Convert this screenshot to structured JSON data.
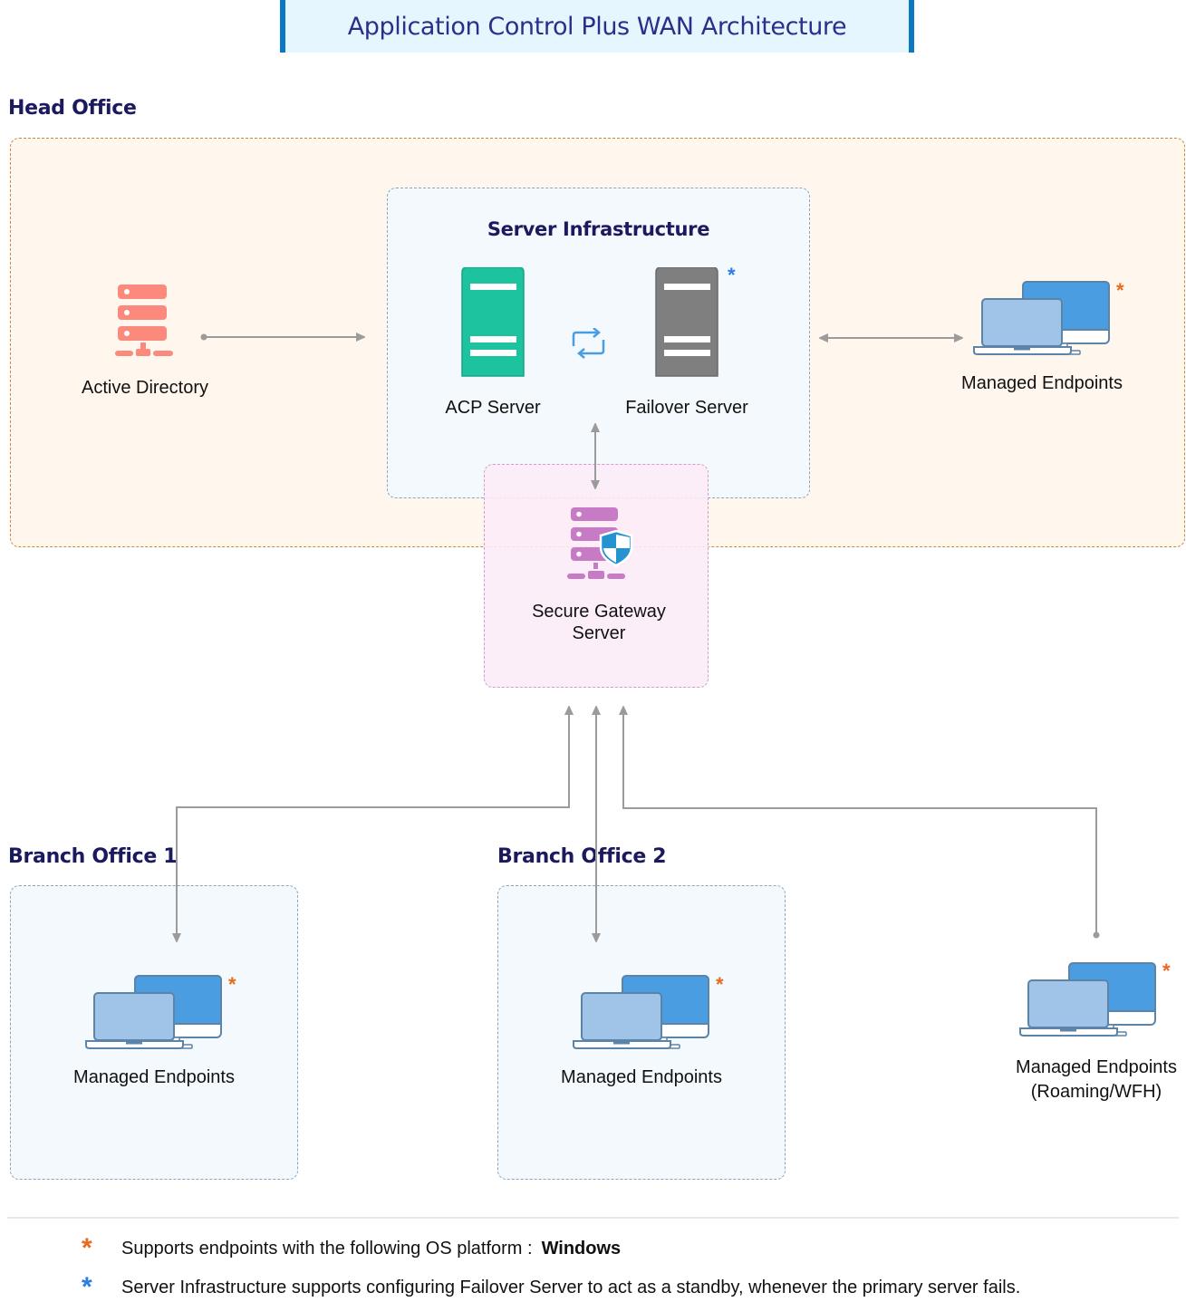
{
  "title": "Application Control Plus WAN Architecture",
  "colors": {
    "title_accent": "#0a78c2",
    "heading": "#1c1a5e",
    "acp_server": "#1dc39e",
    "failover_server": "#7f7f7f",
    "active_directory": "#fb8a7c",
    "gateway": "#c77bc4",
    "shield": "#2592d1",
    "endpoint_monitor": "#4b9de2",
    "endpoint_laptop": "#9fc4e8",
    "orange_star": "#e86a1e",
    "blue_star": "#2a7de1",
    "connector": "#9b9b9b"
  },
  "head_office": {
    "label": "Head Office",
    "active_directory": {
      "label": "Active Directory",
      "icon": "server-rack-icon"
    },
    "server_infrastructure": {
      "title": "Server Infrastructure",
      "acp_server": {
        "label": "ACP Server",
        "icon": "server-tower-icon"
      },
      "sync_icon": "sync-arrows-icon",
      "failover_server": {
        "label": "Failover Server",
        "icon": "server-tower-icon",
        "marker": "*"
      }
    },
    "managed_endpoints": {
      "label": "Managed Endpoints",
      "icon": "laptop-monitor-icon",
      "marker": "*"
    }
  },
  "secure_gateway": {
    "label_line1": "Secure Gateway",
    "label_line2": "Server",
    "icon": "secure-server-icon"
  },
  "branch_offices": [
    {
      "label": "Branch Office 1",
      "endpoints": {
        "label": "Managed Endpoints",
        "marker": "*"
      }
    },
    {
      "label": "Branch Office 2",
      "endpoints": {
        "label": "Managed Endpoints",
        "marker": "*"
      }
    }
  ],
  "roaming": {
    "label_line1": "Managed Endpoints",
    "label_line2": "(Roaming/WFH)",
    "marker": "*"
  },
  "legend": [
    {
      "marker": "*",
      "color": "orange",
      "text": "Supports endpoints with the following OS platform :",
      "bold": "Windows"
    },
    {
      "marker": "*",
      "color": "blue",
      "text": "Server Infrastructure supports configuring Failover Server to act as a standby, whenever the primary server fails.",
      "bold": ""
    }
  ]
}
